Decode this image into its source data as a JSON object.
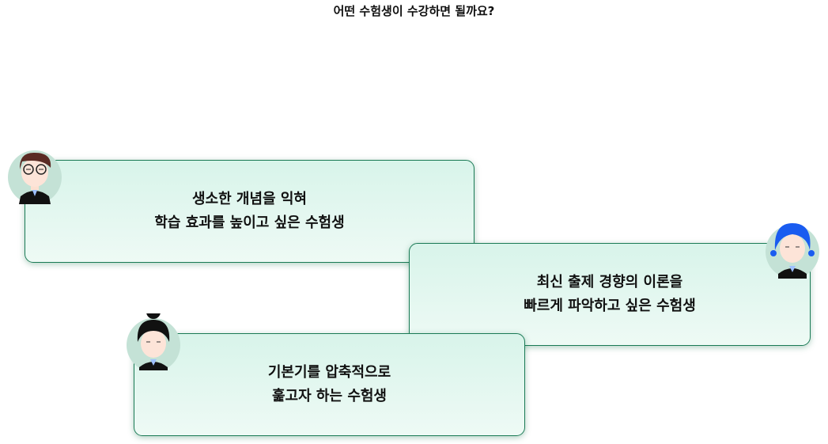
{
  "header": {
    "title": "어떤 수험생이 수강하면 될까요?"
  },
  "cards": [
    {
      "lines": [
        "생소한 개념을 익혀",
        "학습 효과를 높이고 싶은 수험생"
      ],
      "avatar": "boy-with-glasses-avatar"
    },
    {
      "lines": [
        "최신 출제 경향의 이론을",
        "빠르게 파악하고 싶은 수험생"
      ],
      "avatar": "girl-blue-hair-avatar"
    },
    {
      "lines": [
        "기본기를 압축적으로",
        "훑고자 하는 수험생"
      ],
      "avatar": "girl-bun-hair-avatar"
    }
  ],
  "colors": {
    "border": "#1a7a55",
    "card_bg": "#d8f4ea",
    "avatar_bg": "#c4e2d6"
  }
}
